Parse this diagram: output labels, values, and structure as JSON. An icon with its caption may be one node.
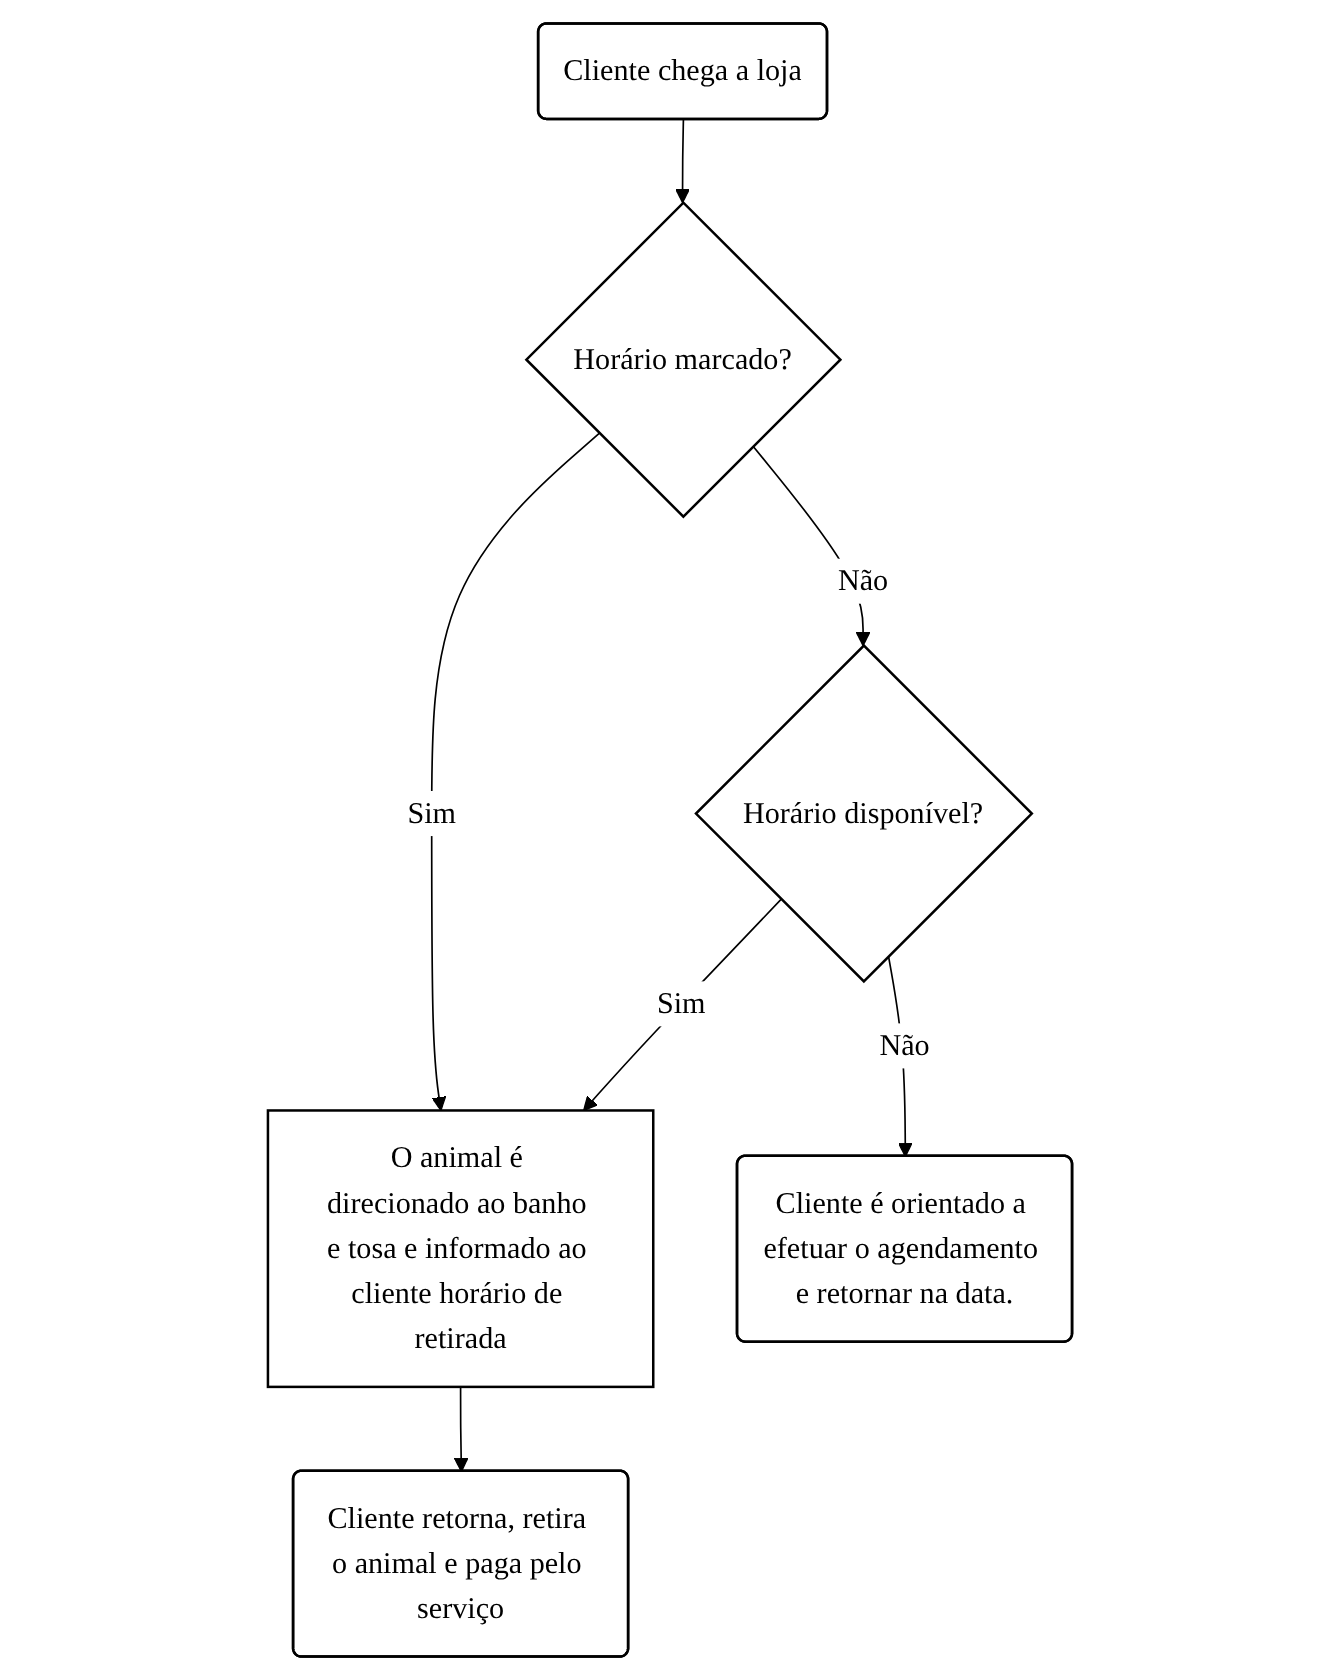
{
  "diagram": {
    "nodes": [
      {
        "text": [
          "Cliente chega a loja"
        ]
      },
      {
        "text": [
          "Horário marcado?"
        ]
      },
      {
        "text": [
          "Horário disponível?"
        ]
      },
      {
        "text": [
          "O animal é direcionado ao banho e tosa e informado ao cliente horário de retirada"
        ]
      },
      {
        "text": [
          "Cliente é orientado a efetuar o agendamento e retornar na data."
        ]
      },
      {
        "text": [
          "Cliente retorna, retira o animal e paga pelo serviço"
        ]
      }
    ],
    "edges": [
      {
        "from": 0,
        "to": 1,
        "arrow": "to"
      },
      {
        "from": 1,
        "to": 2,
        "arrow": "to",
        "label": "Não"
      },
      {
        "from": 1,
        "to": 3,
        "arrow": "to",
        "label": "Sim"
      },
      {
        "from": 2,
        "to": 3,
        "arrow": "to",
        "label": "Sim"
      },
      {
        "from": 2,
        "to": 4,
        "arrow": "to",
        "label": "Não"
      },
      {
        "from": 3,
        "to": 5,
        "arrow": "to"
      }
    ]
  }
}
